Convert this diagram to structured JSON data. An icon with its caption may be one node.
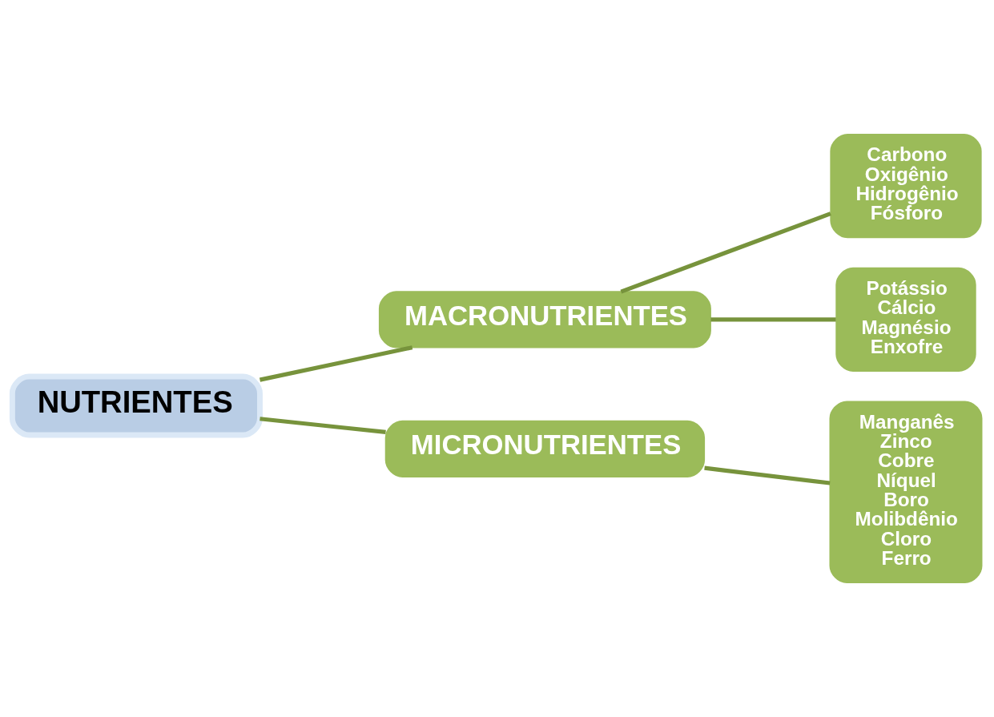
{
  "diagram": {
    "nodes": [
      {
        "text": [
          "NUTRIENTES"
        ]
      },
      {
        "text": [
          "MACRONUTRIENTES"
        ]
      },
      {
        "text": [
          "MICRONUTRIENTES"
        ]
      },
      {
        "text": [
          "Carbono",
          "Oxigênio",
          "Hidrogênio",
          "Fósforo"
        ]
      },
      {
        "text": [
          "Potássio",
          "Cálcio",
          "Magnésio",
          "Enxofre"
        ]
      },
      {
        "text": [
          "Manganês",
          "Zinco",
          "Cobre",
          "Níquel",
          "Boro",
          "Molibdênio",
          "Cloro",
          "Ferro"
        ]
      }
    ],
    "edges": [
      {
        "from": 0,
        "to": 1,
        "arrow": "none"
      },
      {
        "from": 0,
        "to": 2,
        "arrow": "none"
      },
      {
        "from": 1,
        "to": 3,
        "arrow": "none"
      },
      {
        "from": 1,
        "to": 4,
        "arrow": "none"
      },
      {
        "from": 2,
        "to": 5,
        "arrow": "none"
      }
    ]
  }
}
